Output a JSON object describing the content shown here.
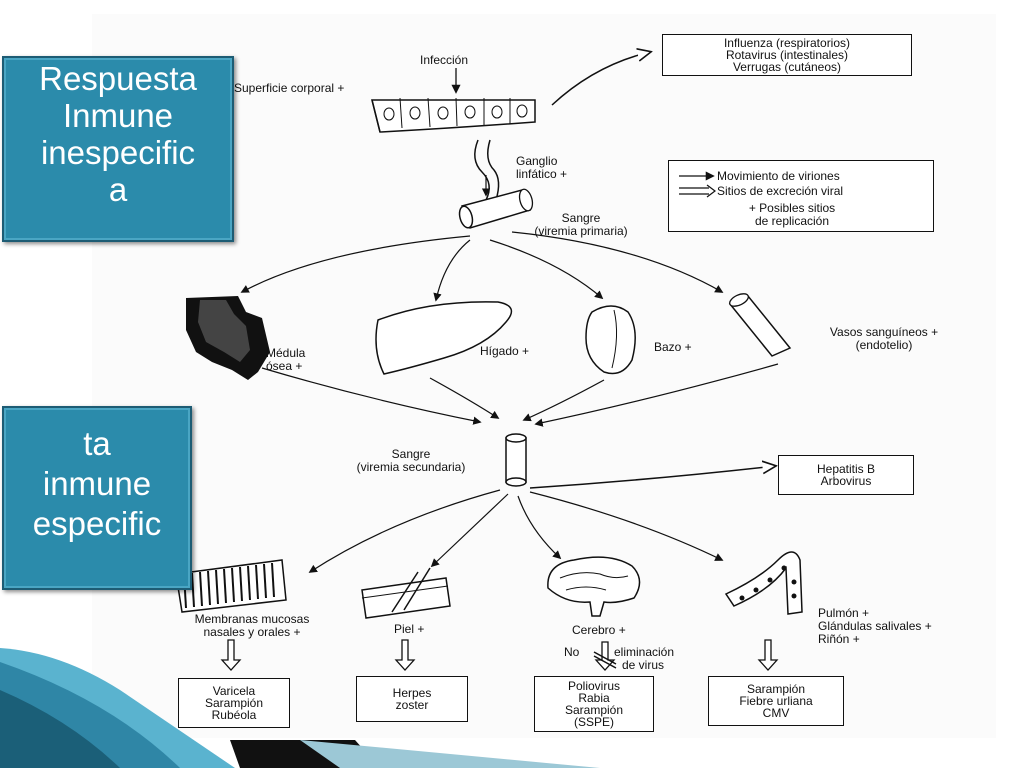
{
  "callouts": {
    "nonspecific": [
      "Respuesta",
      "Inmune",
      "inespecific",
      "a"
    ],
    "specific": [
      "ta",
      "inmune",
      "especific"
    ]
  },
  "labels": {
    "infection": "Infección",
    "body_surface": "Superficie corporal +",
    "lymph_node": [
      "Ganglio",
      "linfático +"
    ],
    "blood_primary": [
      "Sangre",
      "(viremia primaria)"
    ],
    "bone_marrow": [
      "Médula",
      "ósea +"
    ],
    "liver": "Hígado +",
    "spleen": "Bazo +",
    "vessels": [
      "Vasos sanguíneos +",
      "(endotelio)"
    ],
    "blood_secondary": [
      "Sangre",
      "(viremia secundaria)"
    ],
    "mucosa": [
      "Membranas mucosas",
      "nasales y orales +"
    ],
    "skin": "Piel +",
    "brain": "Cerebro +",
    "lung": [
      "Pulmón +",
      "Glándulas salivales +",
      "Riñón +"
    ],
    "no_elimination": [
      "No",
      "eliminación",
      "de virus"
    ]
  },
  "legend": {
    "movement": "Movimiento de viriones",
    "excretion": "Sitios de excreción viral",
    "replication": [
      "+ Posibles sitios",
      "de replicación"
    ]
  },
  "boxes": {
    "surface_viruses": [
      "Influenza (respiratorios)",
      "Rotavirus (intestinales)",
      "Verrugas (cutáneos)"
    ],
    "blood_viruses": [
      "Hepatitis B",
      "Arbovirus"
    ],
    "mucosa_viruses": [
      "Varicela",
      "Sarampión",
      "Rubéola"
    ],
    "skin_viruses": [
      "Herpes",
      "zoster"
    ],
    "brain_viruses": [
      "Poliovirus",
      "Rabia",
      "Sarampión",
      "(SSPE)"
    ],
    "lung_viruses": [
      "Sarampión",
      "Fiebre urliana",
      "CMV"
    ]
  }
}
